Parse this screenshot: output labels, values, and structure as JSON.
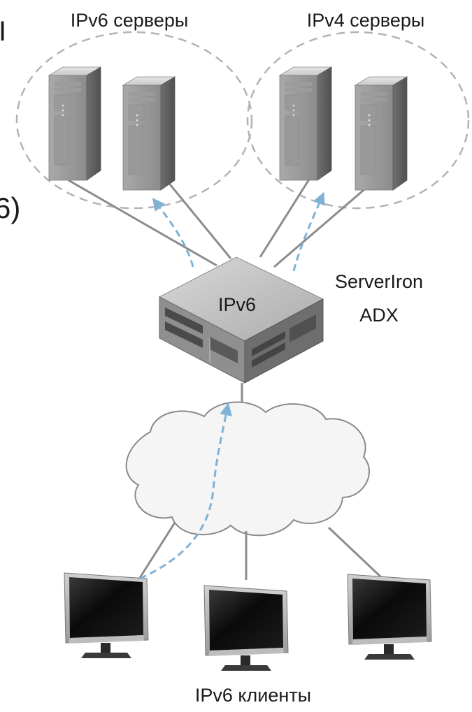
{
  "labels": {
    "ipv6_servers": "IPv6 серверы",
    "ipv4_servers": "IPv4 серверы",
    "adx_box": "IPv6",
    "adx_name_line1": "ServerIron",
    "adx_name_line2": "ADX",
    "clients": "IPv6 клиенты"
  },
  "cropped_text": {
    "left_top": "I",
    "left_mid": "6)"
  },
  "colors": {
    "link_line": "#8c8c8c",
    "flow_arrow": "#7fb2d4",
    "group_outline": "#b3b3b3",
    "cloud_fill": "#f5f5f5",
    "cloud_stroke": "#8a8a8a"
  }
}
